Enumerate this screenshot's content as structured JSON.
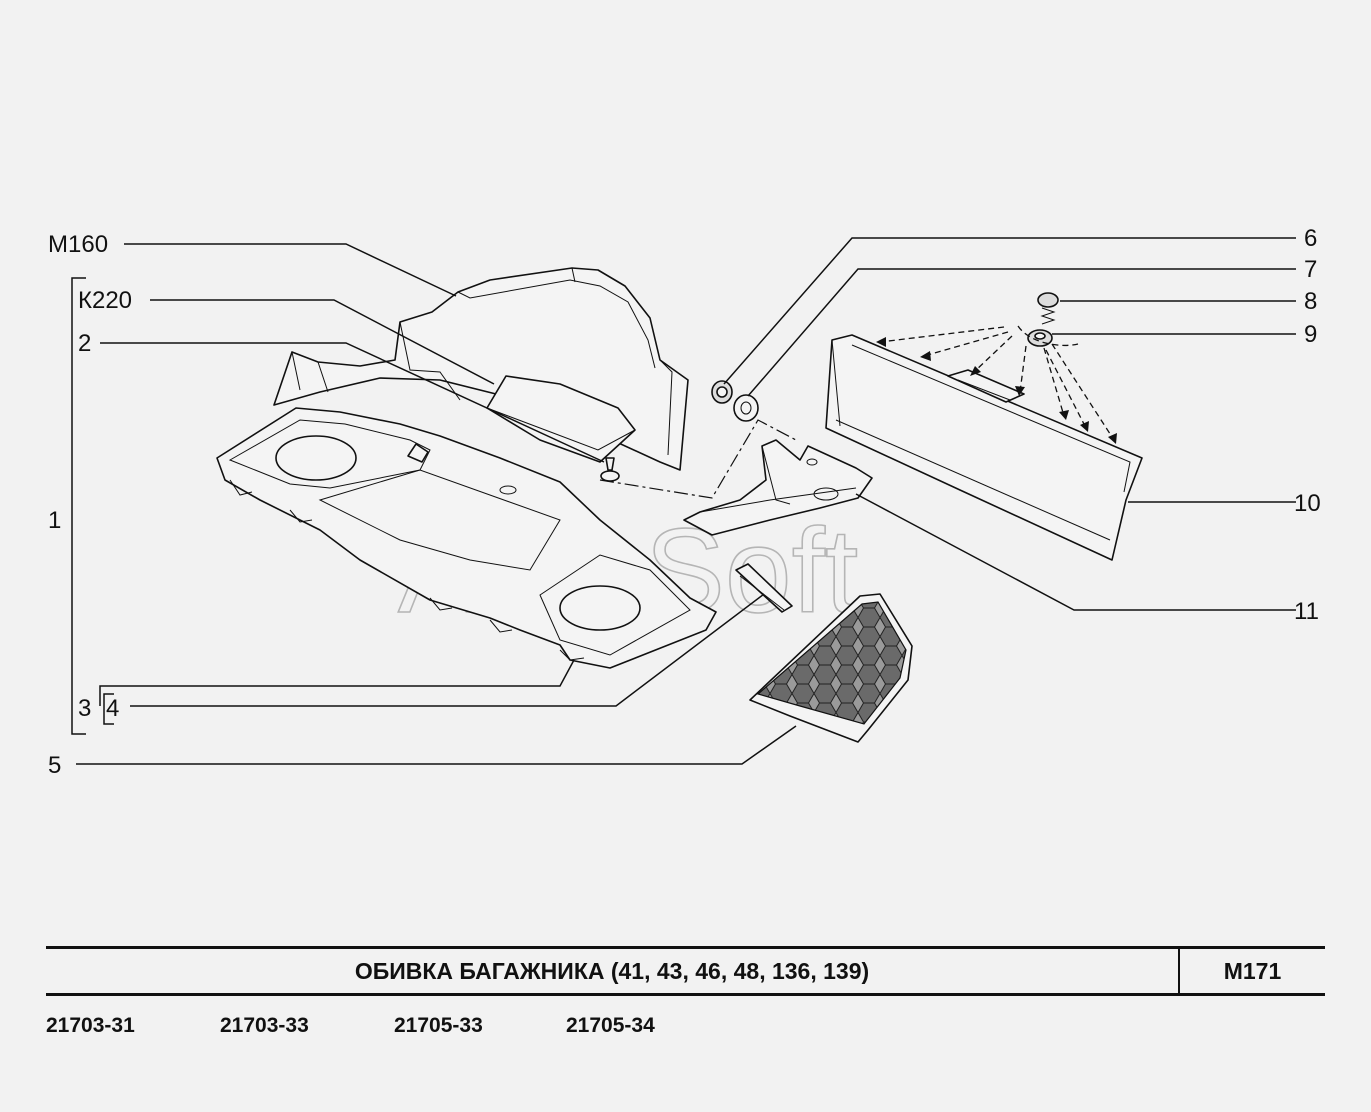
{
  "labels": {
    "m160": "М160",
    "k220": "К220",
    "p1": "1",
    "p2": "2",
    "p3": "3",
    "p4": "4",
    "p5": "5",
    "p6": "6",
    "p7": "7",
    "p8": "8",
    "p9": "9",
    "p10": "10",
    "p11": "11"
  },
  "watermark": "AutoSoft",
  "title": {
    "text": "ОБИВКА  БАГАЖНИКА  (41, 43, 46, 48, 136, 139)",
    "code": "М171"
  },
  "models": [
    "21703-31",
    "21703-33",
    "21705-33",
    "21705-34"
  ],
  "colors": {
    "background": "#f2f2f2",
    "ink": "#111111",
    "watermark": "#b5b5b5"
  }
}
